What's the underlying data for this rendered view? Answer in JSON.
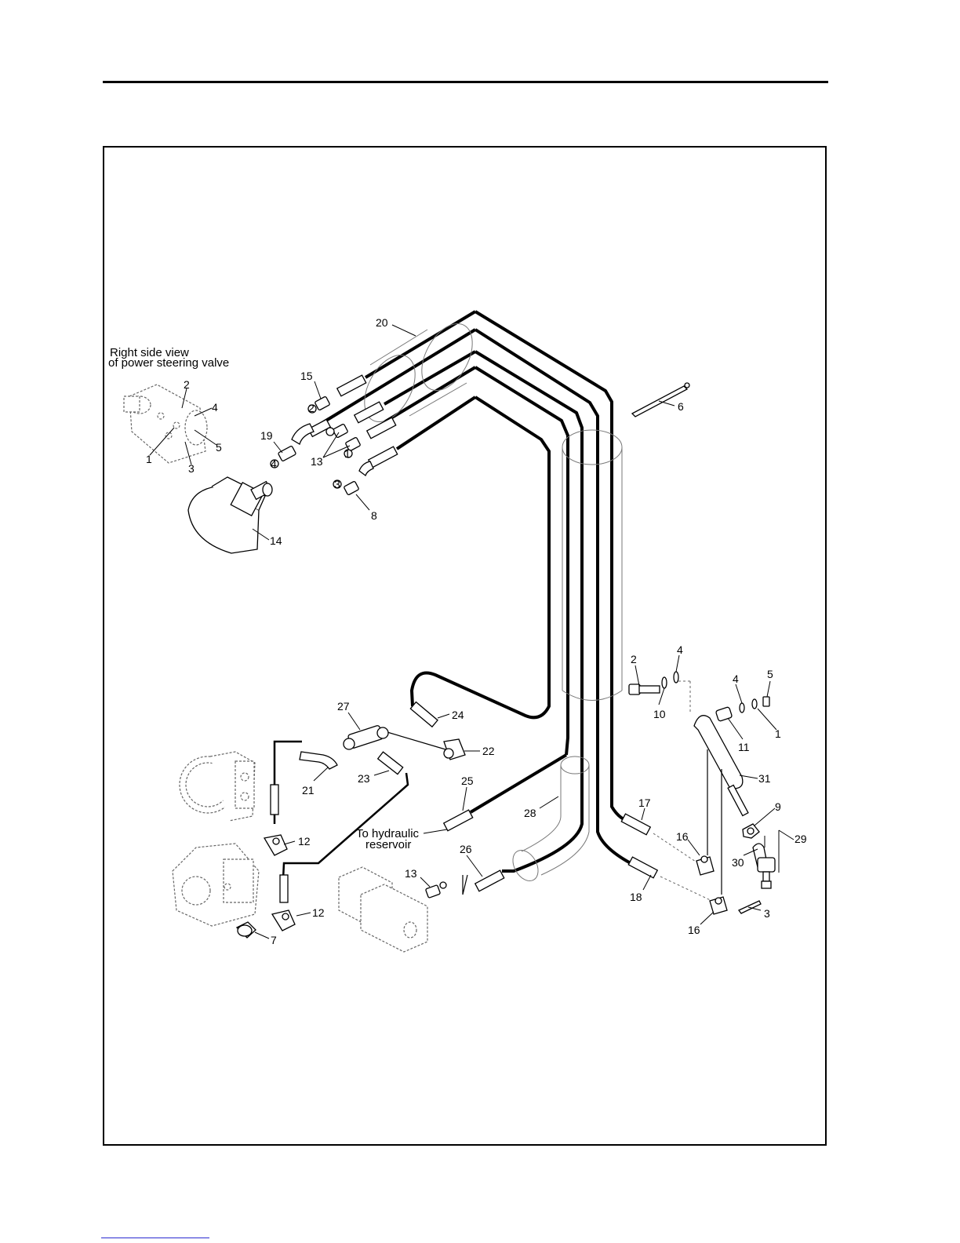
{
  "notes": {
    "side_view_line1": "Right side view",
    "side_view_line2": "of power steering valve",
    "reservoir_line1": "To hydraulic",
    "reservoir_line2": "reservoir"
  },
  "callouts": {
    "c20": "20",
    "c15": "15",
    "c19": "19",
    "c13a": "13",
    "c8": "8",
    "c14": "14",
    "c6": "6",
    "p2": "2",
    "p4": "4",
    "p5": "5",
    "p1": "1",
    "p3": "3",
    "f2": "2",
    "f4": "4",
    "f1": "1",
    "f3": "3",
    "c27": "27",
    "c24": "24",
    "c22": "22",
    "c21": "21",
    "c23": "23",
    "c25": "25",
    "c28": "28",
    "c26": "26",
    "c13b": "13",
    "c12a": "12",
    "c12b": "12",
    "c7": "7",
    "c17": "17",
    "c16a": "16",
    "c18": "18",
    "c16b": "16",
    "r2": "2",
    "r4a": "4",
    "r10": "10",
    "r4b": "4",
    "r5": "5",
    "r11": "11",
    "r1": "1",
    "r31": "31",
    "r9": "9",
    "r29": "29",
    "r30": "30",
    "r3": "3"
  }
}
